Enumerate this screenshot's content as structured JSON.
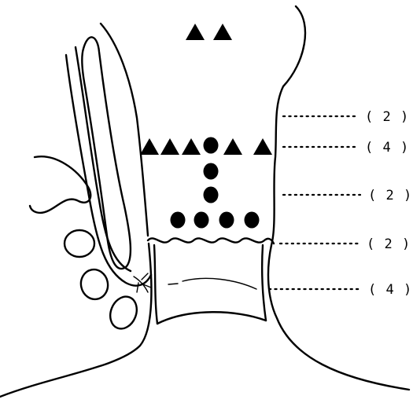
{
  "markers": {
    "triangle_color": "#000000",
    "circle_color": "#000000",
    "top_cluster": [
      "triangle",
      "triangle"
    ],
    "upper_row": [
      "triangle",
      "triangle",
      "triangle",
      "circle",
      "triangle",
      "triangle"
    ],
    "column": [
      "circle",
      "circle"
    ],
    "lower_row": [
      "circle",
      "circle",
      "circle",
      "circle"
    ]
  },
  "labels": [
    "( 2 )",
    "( 4 )",
    "( 2 )",
    "( 2 )",
    "( 4 )"
  ]
}
